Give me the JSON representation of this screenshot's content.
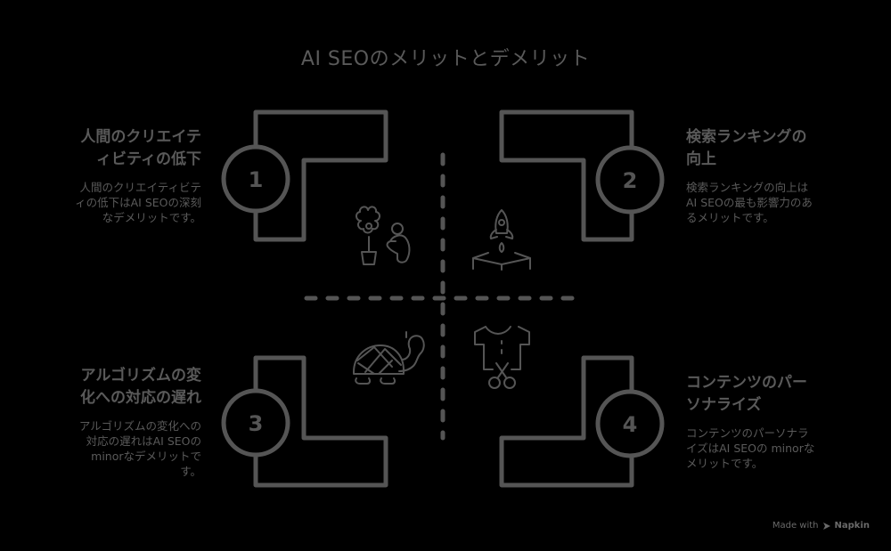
{
  "title": "AI SEOのメリットとデメリット",
  "colors": {
    "background": "#000000",
    "stroke": "#555555",
    "text": "#5a5a5a"
  },
  "quadrants": [
    {
      "number": "1",
      "heading_line1": "人間のクリエイテ",
      "heading_line2": "ィビティの低下",
      "body_line1": "人間のクリエイティビテ",
      "body_line2": "ィの低下はAI SEOの深刻",
      "body_line3": "なデメリットです。",
      "icon": "gardener-flower-icon"
    },
    {
      "number": "2",
      "heading_line1": "検索ランキングの",
      "heading_line2": "向上",
      "body_line1": "検索ランキングの向上は",
      "body_line2": "AI SEOの最も影響力のあ",
      "body_line3": "るメリットです。",
      "icon": "rocket-launch-icon"
    },
    {
      "number": "3",
      "heading_line1": "アルゴリズムの変",
      "heading_line2": "化への対応の遅れ",
      "body_line1": "アルゴリズムの変化への",
      "body_line2": "対応の遅れはAI SEOの",
      "body_line3": "minorなデメリットで",
      "body_line4": "す。",
      "icon": "turtle-icon"
    },
    {
      "number": "4",
      "heading_line1": "コンテンツのパー",
      "heading_line2": "ソナライズ",
      "body_line1": "コンテンツのパーソナラ",
      "body_line2": "イズはAI SEOの minorな",
      "body_line3": "メリットです。",
      "icon": "tailored-shirt-scissors-icon"
    }
  ],
  "footer": {
    "made_with": "Made with",
    "brand": "Napkin"
  }
}
